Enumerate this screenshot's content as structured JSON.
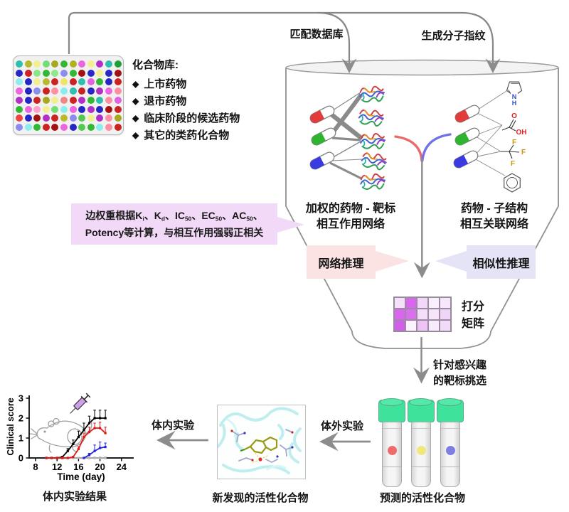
{
  "figure": {
    "compound_library": {
      "title": "化合物库:",
      "bullet": "◆",
      "items": [
        "上市药物",
        "退市药物",
        "临床阶段的候选药物",
        "其它的类药化合物"
      ],
      "plate_dot_colors": [
        "#2fbfae",
        "#b9b92a",
        "#f4ef8e",
        "#74dc74",
        "#a8a81e",
        "#33b833",
        "#b1b122",
        "#ee66dd",
        "#f4ef8e",
        "#b42ec8",
        "#2fbfae",
        "#1ea035",
        "#2626c4",
        "#cc2222",
        "#86e886",
        "#33b833",
        "#8ce88c",
        "#8c8cee",
        "#33b833",
        "#a31212",
        "#2a2ac9",
        "#f4ef8e",
        "#2626c4",
        "#a31212",
        "#8ceded",
        "#2626c4",
        "#f4ef8e",
        "#b9b92a",
        "#cc2222",
        "#efe463",
        "#cc2222",
        "#2fbfae",
        "#e163e1",
        "#33b833",
        "#2626c4",
        "#cc2222",
        "#ee66dd",
        "#2626c4",
        "#8c8cee",
        "#cc2222",
        "#ff8fa3",
        "#8ceded",
        "#2fbfae",
        "#cc2222",
        "#2626c4",
        "#b42ec8",
        "#ee66dd",
        "#ff8fa3",
        "#b42ec8",
        "#2626c4",
        "#cc2222",
        "#a8a81e",
        "#f4ef8e",
        "#ef8787",
        "#cc2222",
        "#b42ec8",
        "#33b833",
        "#2fbfae",
        "#ff8fa3",
        "#e163e1",
        "#33b833",
        "#ee66dd",
        "#ffa1c8",
        "#f4ef8e",
        "#74dc74",
        "#8ceded",
        "#ee66dd",
        "#2626c4",
        "#b42ec8",
        "#2626c4",
        "#a31212",
        "#cc2222",
        "#ee4444",
        "#2626c4",
        "#a31212",
        "#b42ec8",
        "#cc2222",
        "#b9b92a",
        "#8c8cee",
        "#52c952",
        "#f4ef8e",
        "#b42ec8",
        "#ff8fa3",
        "#a8a81e",
        "#8c8cee",
        "#8ceded",
        "#33b833",
        "#cc2222",
        "#a31212",
        "#ee66dd",
        "#2626c4",
        "#52c952",
        "#33b833",
        "#8ceded",
        "#ff8fa3",
        "#cc2222"
      ]
    },
    "top_arrows": {
      "match_database": "匹配数据库",
      "generate_fingerprint": "生成分子指纹"
    },
    "funnel": {
      "left_network_label_1": "加权的药物 - 靶标",
      "left_network_label_2": "相互作用网络",
      "right_network_label_1": "药物 - 子结构",
      "right_network_label_2": "相互关联网络",
      "weight_callout_line1_segments": [
        [
          "t",
          "边权重根据K"
        ],
        [
          "s",
          "i"
        ],
        [
          "t",
          "、K"
        ],
        [
          "s",
          "d"
        ],
        [
          "t",
          "、IC"
        ],
        [
          "s",
          "50"
        ],
        [
          "t",
          "、EC"
        ],
        [
          "s",
          "50"
        ],
        [
          "t",
          "、AC"
        ],
        [
          "s",
          "50"
        ],
        [
          "t",
          "、"
        ]
      ],
      "weight_callout_line2": "Potency等计算，与相互作用强弱正相关",
      "network_inference": "网络推理",
      "similarity_inference": "相似性推理",
      "score_matrix_label_1": "打分",
      "score_matrix_label_2": "矩阵",
      "score_matrix_cells": [
        [
          "#f5e1fa",
          "#d867ee",
          "#f2d7f9",
          "#faeffd",
          "#f7e7fb"
        ],
        [
          "#d867ee",
          "#da70ee",
          "#f4def9",
          "#f6e4fa",
          "#f1d5f8"
        ],
        [
          "#d25fea",
          "#fcf3fe",
          "#eec2f5",
          "#f8ebfc",
          "#f3daf9"
        ]
      ],
      "target_select_line1": "针对感兴趣",
      "target_select_line2": "的靶标挑选"
    },
    "bottom": {
      "in_vitro": "体外实验",
      "in_vivo": "体内实验",
      "predicted_compounds": "预测的活性化合物",
      "discovered_compounds": "新发现的活性化合物",
      "in_vivo_results": "体内实验结果",
      "tube_cap_color": "#3ee29b",
      "tube_dot_colors": [
        "#ef6b6b",
        "#f0e87c",
        "#7d7de2"
      ]
    }
  },
  "chart_data": {
    "type": "line",
    "title": "",
    "xlabel": "Time (day)",
    "ylabel": "Clinical score",
    "xlim": [
      8,
      24
    ],
    "ylim": [
      0,
      3
    ],
    "xticks": [
      8,
      12,
      16,
      20,
      24
    ],
    "yticks": [
      0,
      1,
      2,
      3
    ],
    "grid": false,
    "series": [
      {
        "name": "control-gray",
        "color": "#b4b4b4",
        "x": [
          10,
          11,
          12,
          13,
          14,
          15,
          16,
          17,
          18,
          19,
          20,
          21
        ],
        "y": [
          0,
          0,
          0,
          0,
          0,
          0,
          0,
          0,
          0,
          0,
          0,
          0
        ],
        "err": [
          0,
          0,
          0,
          0,
          0,
          0,
          0,
          0,
          0,
          0.05,
          0.05,
          0.05
        ]
      },
      {
        "name": "model-black",
        "color": "#000000",
        "x": [
          10,
          11,
          12,
          13,
          14,
          15,
          16,
          17,
          18,
          19,
          20,
          21
        ],
        "y": [
          0,
          0,
          0,
          0.05,
          0.35,
          0.7,
          1.05,
          1.4,
          1.75,
          2,
          2,
          2
        ],
        "err": [
          0,
          0,
          0,
          0,
          0.12,
          0.2,
          0.3,
          0.35,
          0.35,
          0.4,
          0.4,
          0.4
        ]
      },
      {
        "name": "treated-red",
        "color": "#e01818",
        "x": [
          10,
          11,
          12,
          13,
          14,
          15,
          16,
          17,
          18,
          19,
          20,
          21
        ],
        "y": [
          0,
          0,
          0,
          0,
          0,
          0.05,
          0.45,
          1.05,
          1.3,
          1.5,
          1.5,
          1.25
        ],
        "err": [
          0,
          0,
          0,
          0,
          0,
          0,
          0.12,
          0.2,
          0.25,
          0.25,
          0.3,
          0.3
        ]
      },
      {
        "name": "treated-blue",
        "color": "#2424dd",
        "x": [
          17,
          18,
          19,
          20,
          21
        ],
        "y": [
          0,
          0.15,
          0.35,
          0.5,
          0.55
        ],
        "err": [
          0,
          0.08,
          0.3,
          0.3,
          0.2
        ]
      }
    ]
  }
}
